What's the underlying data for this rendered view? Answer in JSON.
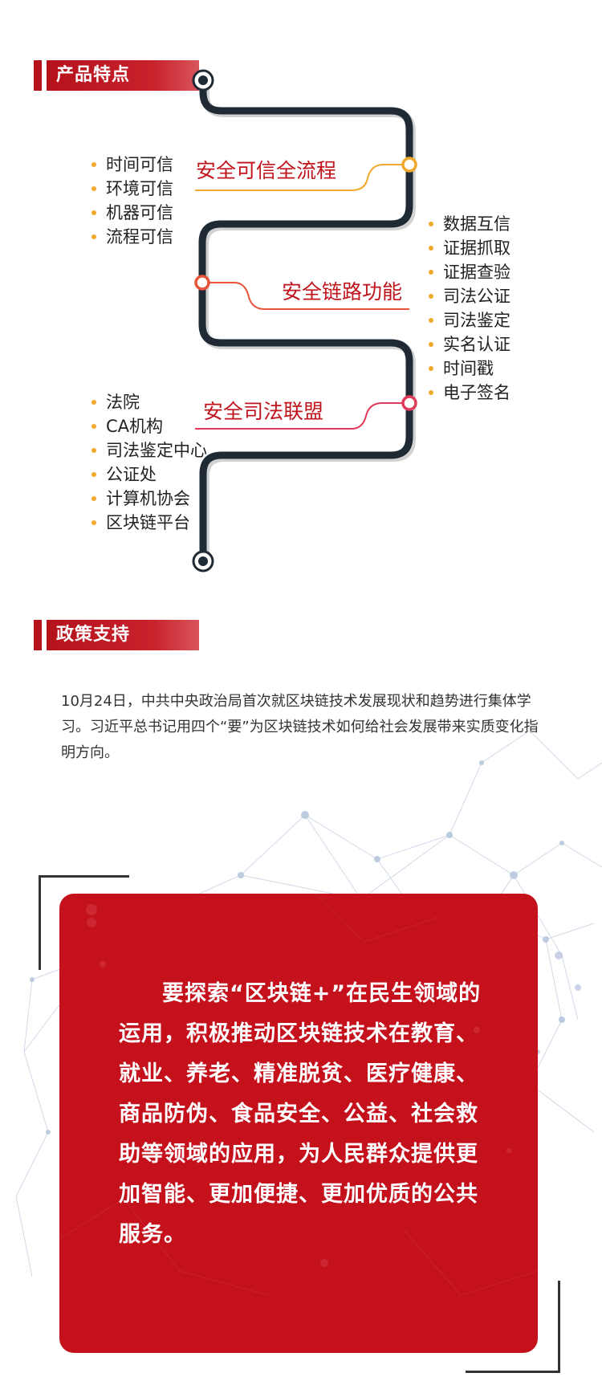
{
  "sections": {
    "features_title": "产品特点",
    "policy_title": "政策支持"
  },
  "features": [
    {
      "title": "安全可信全流程",
      "items": [
        "时间可信",
        "环境可信",
        "机器可信",
        "流程可信"
      ]
    },
    {
      "title": "安全链路功能",
      "items": [
        "数据互信",
        "证据抓取",
        "证据查验",
        "司法公证",
        "司法鉴定",
        "实名认证",
        "时间戳",
        "电子签名"
      ]
    },
    {
      "title": "安全司法联盟",
      "items": [
        "法院",
        "CA机构",
        "司法鉴定中心",
        "公证处",
        "计算机协会",
        "区块链平台"
      ]
    }
  ],
  "policy": {
    "text": "10月24日，中共中央政治局首次就区块链技术发展现状和趋势进行集体学习。习近平总书记用四个“要”为区块链技术如何给社会发展带来实质变化指明方向。",
    "quote": "要探索“区块链+”在民生领域的运用，积极推动区块链技术在教育、就业、养老、精准脱贫、医疗健康、商品防伪、食品安全、公益、社会救助等领域的应用，为人民群众提供更加智能、更加便捷、更加优质的公共服务。"
  },
  "colors": {
    "brand_red": "#c4111c",
    "road_dark": "#1f2a35",
    "accent_orange": "#f0a92a",
    "accent_coral": "#e8533a",
    "accent_pink": "#e03a5a"
  }
}
